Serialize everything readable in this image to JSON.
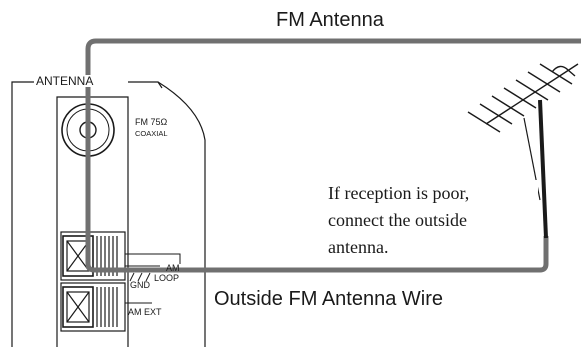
{
  "labels": {
    "fm_antenna": "FM Antenna",
    "outside_wire": "Outside FM Antenna Wire",
    "antenna_panel": "ANTENNA",
    "fm_75": "FM  75Ω",
    "coaxial": "COAXIAL",
    "am": "AM",
    "loop": "LOOP",
    "gnd": "GND",
    "am_ext": "AM EXT"
  },
  "note": {
    "lines": [
      "If reception is poor,",
      "connect the outside",
      "antenna."
    ]
  },
  "colors": {
    "wire": "#707070",
    "ink": "#1a1a1a"
  }
}
